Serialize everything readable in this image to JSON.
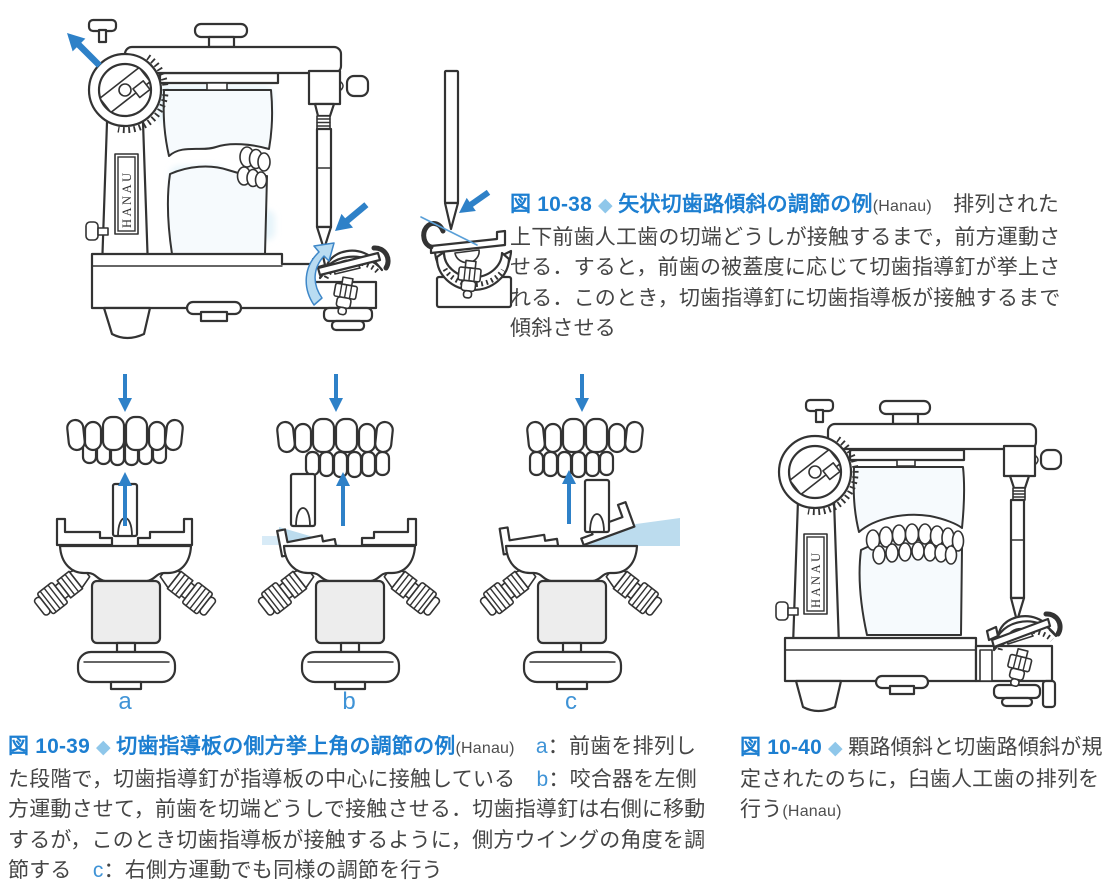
{
  "palette": {
    "figure_label_blue": "#1d7fd1",
    "diamond_light_blue": "#8fc7ea",
    "item_letter_blue": "#3f93d6",
    "body_text_gray": "#454545",
    "arrow_blue": "#2e81c8",
    "elevation_shade_blue": "#bcdcee",
    "line_art": "#333333",
    "machine_fill_gray": "#ededed"
  },
  "illustration": {
    "brand_label": "HANAU"
  },
  "figures": {
    "fig38": {
      "caption": {
        "segments": [
          {
            "style": "fig",
            "text": "図 10-38 "
          },
          {
            "style": "diamond",
            "text": "◆ "
          },
          {
            "style": "title",
            "text": "矢状切歯路傾斜の調節の例"
          },
          {
            "style": "src",
            "text": "(Hanau)"
          },
          {
            "style": "body",
            "text": "　排列された上下前歯人工歯の切端どうしが接触するまで，前方運動させる．すると，前歯の被蓋度に応じて切歯指導釘が挙上される．このとき，切歯指導釘に切歯指導板が接触するまで傾斜させる"
          }
        ]
      }
    },
    "fig39": {
      "panel_labels": [
        "a",
        "b",
        "c"
      ],
      "caption": {
        "segments": [
          {
            "style": "fig",
            "text": "図 10-39 "
          },
          {
            "style": "diamond",
            "text": "◆ "
          },
          {
            "style": "title",
            "text": "切歯指導板の側方挙上角の調節の例"
          },
          {
            "style": "src",
            "text": "(Hanau)"
          },
          {
            "style": "body",
            "text": "　"
          },
          {
            "style": "letter",
            "text": "a"
          },
          {
            "style": "body",
            "text": "：前歯を排列した段階で，切歯指導釘が指導板の中心に接触している　"
          },
          {
            "style": "letter",
            "text": "b"
          },
          {
            "style": "body",
            "text": "：咬合器を左側方運動させて，前歯を切端どうしで接触させる．切歯指導釘は右側に移動するが，このとき切歯指導板が接触するように，側方ウイングの角度を調節する　"
          },
          {
            "style": "letter",
            "text": "c"
          },
          {
            "style": "body",
            "text": "：右側方運動でも同様の調節を行う"
          }
        ]
      }
    },
    "fig40": {
      "caption": {
        "segments": [
          {
            "style": "fig",
            "text": "図 10-40 "
          },
          {
            "style": "diamond",
            "text": "◆ "
          },
          {
            "style": "body",
            "text": "顆路傾斜と切歯路傾斜が規定されたのちに，臼歯人工歯の排列を行う"
          },
          {
            "style": "src",
            "text": "(Hanau)"
          }
        ]
      }
    }
  }
}
